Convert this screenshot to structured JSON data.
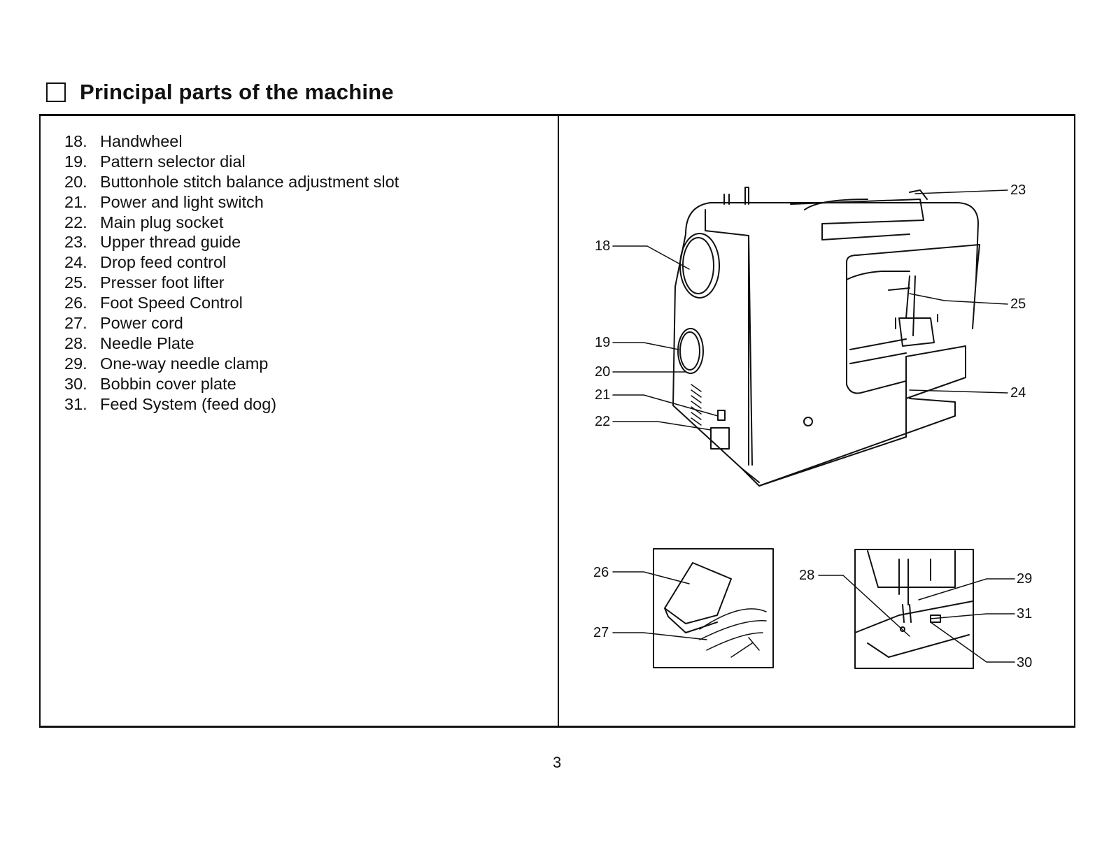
{
  "heading": {
    "title": "Principal parts of the machine"
  },
  "parts": [
    {
      "number": "18.",
      "name": "Handwheel"
    },
    {
      "number": "19.",
      "name": "Pattern selector dial"
    },
    {
      "number": "20.",
      "name": "Buttonhole stitch balance adjustment slot"
    },
    {
      "number": "21.",
      "name": "Power and light switch"
    },
    {
      "number": "22.",
      "name": "Main plug socket"
    },
    {
      "number": "23.",
      "name": "Upper thread guide"
    },
    {
      "number": "24.",
      "name": "Drop feed control"
    },
    {
      "number": "25.",
      "name": "Presser foot lifter"
    },
    {
      "number": "26.",
      "name": "Foot Speed Control"
    },
    {
      "number": "27.",
      "name": "Power cord"
    },
    {
      "number": "28.",
      "name": "Needle Plate"
    },
    {
      "number": "29.",
      "name": "One-way needle clamp"
    },
    {
      "number": "30.",
      "name": "Bobbin cover plate"
    },
    {
      "number": "31.",
      "name": "Feed System (feed dog)"
    }
  ],
  "figure": {
    "callouts": [
      "18",
      "19",
      "20",
      "21",
      "22",
      "23",
      "24",
      "25",
      "26",
      "27",
      "28",
      "29",
      "30",
      "31"
    ]
  },
  "page_number": "3"
}
